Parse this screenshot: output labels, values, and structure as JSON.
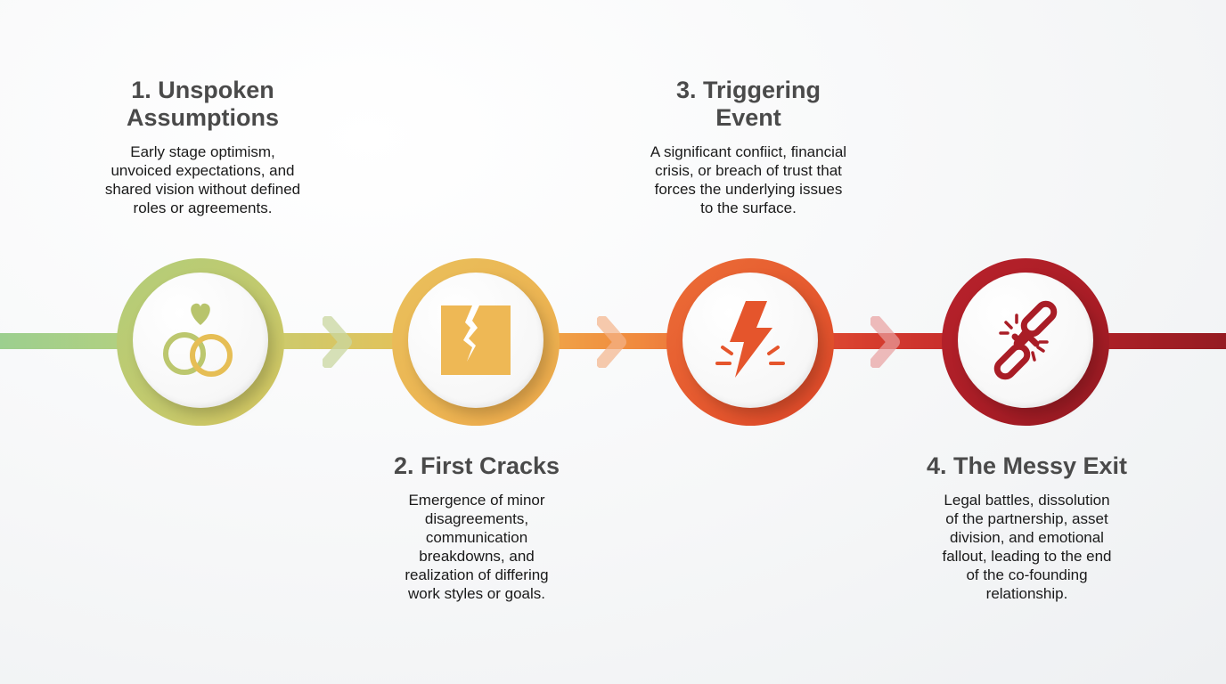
{
  "steps": [
    {
      "number": "1",
      "title_line1": "1. Unspoken",
      "title_line2": "Assumptions",
      "desc_lines": [
        "Early stage optimism,",
        "unvoiced expectations, and",
        "shared vision without defined",
        "roles or agreements."
      ],
      "icon": "interlocked-rings-heart-icon",
      "color": "#b7c96f"
    },
    {
      "number": "2",
      "title_line1": "2. First Cracks",
      "title_line2": "",
      "desc_lines": [
        "Emergence of minor",
        "disagreements,",
        "communication",
        "breakdowns, and",
        "realization of differing",
        "work styles or goals."
      ],
      "icon": "cracked-square-icon",
      "color": "#ecb452"
    },
    {
      "number": "3",
      "title_line1": "3. Triggering",
      "title_line2": "Event",
      "desc_lines": [
        "A significant confiict, financial",
        "crisis, or breach of trust that",
        "forces the underlying issues",
        "to the surface."
      ],
      "icon": "lightning-bolt-icon",
      "color": "#e4572e"
    },
    {
      "number": "4",
      "title_line1": "4. The Messy Exit",
      "title_line2": "",
      "desc_lines": [
        "Legal battles, dissolution",
        "of the partnership, asset",
        "division, and emotional",
        "fallout, leading to the end",
        "of the co-founding",
        "relationship."
      ],
      "icon": "broken-chain-icon",
      "color": "#a91d26"
    }
  ],
  "colors": {
    "line_start": "#9ccf8f",
    "line_end": "#951b22",
    "title_text": "#4a4a4a",
    "body_text": "#1a1a1a"
  }
}
